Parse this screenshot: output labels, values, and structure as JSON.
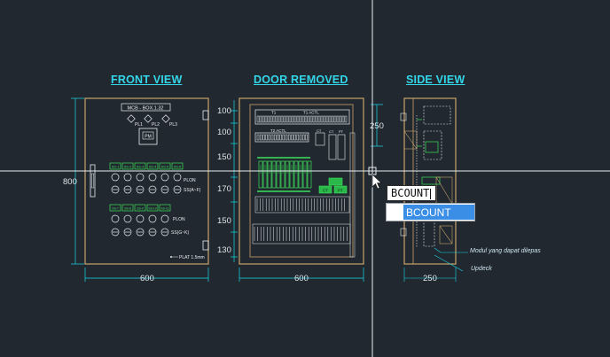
{
  "views": {
    "front": "FRONT VIEW",
    "door": "DOOR REMOVED",
    "side": "SIDE VIEW"
  },
  "front": {
    "height_dim": "800",
    "width_dim": "600",
    "nameplate": "MCB - BOX.1.32",
    "pilots": [
      "PL1",
      "PL2",
      "PL3"
    ],
    "meter": "PM",
    "row1_labels": [
      "SS-1",
      "SS-2",
      "SS-3",
      "SS-4",
      "SS-5",
      "SS-6"
    ],
    "row2_labels": [
      "SS-7",
      "SS-8",
      "SS-9",
      "SS-10",
      "SS-11"
    ],
    "plon1": "PLON",
    "ss1": "SS(A~F)",
    "plon2": "PLON",
    "ss2": "SS(G~K)",
    "plate": "PLAT 1.5mm"
  },
  "door": {
    "width_dim": "600",
    "row_dims": [
      "100",
      "100",
      "150",
      "170",
      "150",
      "130"
    ],
    "top_label_a": "T1",
    "top_label_b": "T1 ACTL",
    "mid_label": "T2 ACTL",
    "small_labels": [
      "CT",
      "CT",
      "PT"
    ],
    "green_labels": [
      "CT",
      "PT"
    ]
  },
  "side": {
    "width_dim": "250",
    "height_dim": "250",
    "ann1": "Modul yang dapat dilepas",
    "ann2": "Updeck"
  },
  "command": {
    "typed": "BCOUNT",
    "suggestion": "BCOUNT"
  },
  "colors": {
    "background": "#212830",
    "title": "#33d6e8",
    "cabinet": "#c8a46a",
    "dimension": "#18d8e8",
    "component": "#e8eef2",
    "busbar": "#3ee05a",
    "highlight": "#3a8ee6"
  }
}
